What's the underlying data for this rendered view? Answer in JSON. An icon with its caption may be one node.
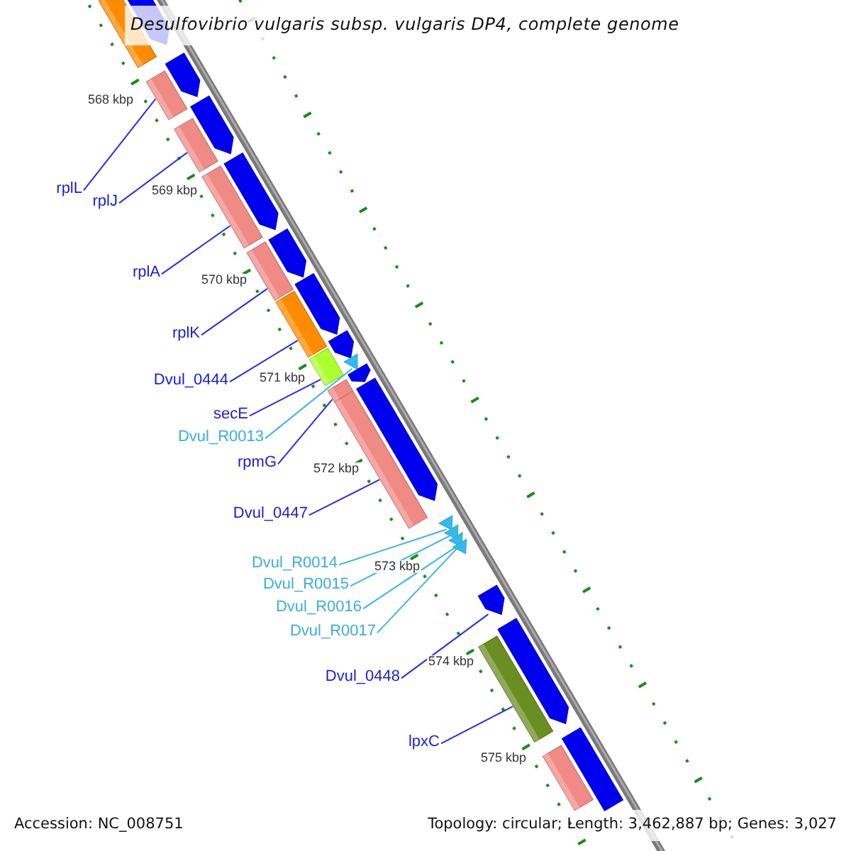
{
  "diagram": {
    "title": "Desulfovibrio vulgaris subsp. vulgaris DP4, complete genome",
    "nodes": [
      {
        "text": [
          "rplL"
        ]
      },
      {
        "text": [
          "rplJ"
        ]
      },
      {
        "text": [
          "rplA"
        ]
      },
      {
        "text": [
          "rplK"
        ]
      },
      {
        "text": [
          "Dvul_0444"
        ]
      },
      {
        "text": [
          "secE"
        ]
      },
      {
        "text": [
          "Dvul_R0013"
        ]
      },
      {
        "text": [
          "rpmG"
        ]
      },
      {
        "text": [
          "Dvul_0447"
        ]
      },
      {
        "text": [
          "Dvul_R0014"
        ]
      },
      {
        "text": [
          "Dvul_R0015"
        ]
      },
      {
        "text": [
          "Dvul_R0016"
        ]
      },
      {
        "text": [
          "Dvul_R0017"
        ]
      },
      {
        "text": [
          "Dvul_0448"
        ]
      },
      {
        "text": [
          "lpxC"
        ]
      },
      {
        "text": [],
        "shape": "bar"
      },
      {
        "text": [],
        "shape": "arrow"
      },
      {
        "text": [],
        "shape": "arrow"
      },
      {
        "text": [],
        "shape": "bar"
      },
      {
        "text": [],
        "shape": "arrow"
      },
      {
        "text": [],
        "shape": "bar"
      },
      {
        "text": [],
        "shape": "arrow"
      },
      {
        "text": [],
        "shape": "bar"
      },
      {
        "text": [],
        "shape": "arrow"
      },
      {
        "text": [],
        "shape": "bar"
      },
      {
        "text": [],
        "shape": "arrow"
      },
      {
        "text": [],
        "shape": "bar"
      },
      {
        "text": [],
        "shape": "arrow"
      },
      {
        "text": [],
        "shape": "bar"
      },
      {
        "text": [],
        "shape": "triangle"
      },
      {
        "text": [],
        "shape": "arrow"
      },
      {
        "text": [],
        "shape": "bar"
      },
      {
        "text": [],
        "shape": "arrow"
      },
      {
        "text": [],
        "shape": "bar"
      },
      {
        "text": [],
        "shape": "triangle"
      },
      {
        "text": [],
        "shape": "triangle"
      },
      {
        "text": [],
        "shape": "triangle"
      },
      {
        "text": [],
        "shape": "triangle"
      },
      {
        "text": [],
        "shape": "arrow"
      },
      {
        "text": [],
        "shape": "arrow"
      },
      {
        "text": [],
        "shape": "bar"
      },
      {
        "text": [],
        "shape": "arrow"
      },
      {
        "text": [],
        "shape": "bar"
      }
    ],
    "edges": [
      {
        "from": 0,
        "to": 18,
        "arrow": "none"
      },
      {
        "from": 1,
        "to": 20,
        "arrow": "none"
      },
      {
        "from": 2,
        "to": 22,
        "arrow": "none"
      },
      {
        "from": 3,
        "to": 24,
        "arrow": "none"
      },
      {
        "from": 4,
        "to": 26,
        "arrow": "none"
      },
      {
        "from": 5,
        "to": 28,
        "arrow": "none"
      },
      {
        "from": 6,
        "to": 29,
        "arrow": "none",
        "color": "#3cb4e8"
      },
      {
        "from": 7,
        "to": 31,
        "arrow": "none"
      },
      {
        "from": 8,
        "to": 33,
        "arrow": "none"
      },
      {
        "from": 9,
        "to": 34,
        "arrow": "none",
        "color": "#3cb4e8"
      },
      {
        "from": 10,
        "to": 35,
        "arrow": "none",
        "color": "#3cb4e8"
      },
      {
        "from": 11,
        "to": 36,
        "arrow": "none",
        "color": "#3cb4e8"
      },
      {
        "from": 12,
        "to": 37,
        "arrow": "none",
        "color": "#3cb4e8"
      },
      {
        "from": 13,
        "to": 38,
        "arrow": "none"
      },
      {
        "from": 14,
        "to": 40,
        "arrow": "none"
      }
    ],
    "labels": [
      "568 kbp",
      "569 kbp",
      "570 kbp",
      "571 kbp",
      "572 kbp",
      "573 kbp",
      "574 kbp",
      "575 kbp",
      "Accession: NC_008751",
      "Topology: circular; Length: 3,462,887 bp; Genes: 3,027"
    ]
  }
}
